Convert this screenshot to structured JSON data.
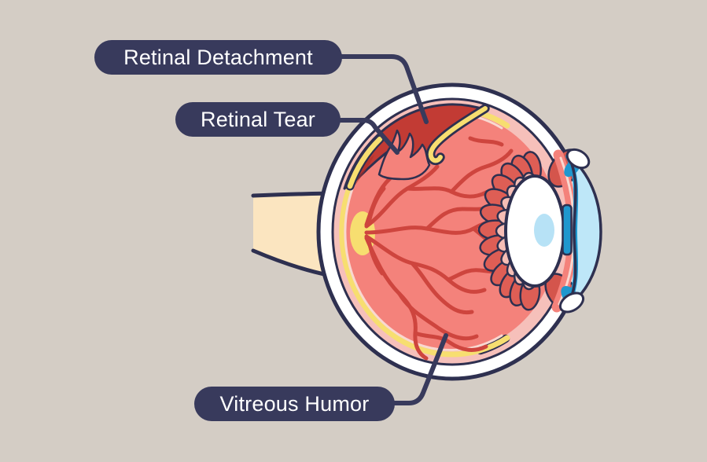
{
  "diagram": {
    "subject": "human eye cross-section showing retinal detachment",
    "callouts": [
      {
        "label": "Retinal Detachment"
      },
      {
        "label": "Retinal Tear"
      },
      {
        "label": "Vitreous Humor"
      }
    ],
    "colors": {
      "background": "#D4CDC5",
      "label_pill": "#383A5C",
      "label_text": "#FFFFFF",
      "outline": "#2E3050",
      "sclera": "#FFFFFF",
      "choroid_pink": "#F6C0BA",
      "retina_yellow": "#F7DE70",
      "retina_pale": "#F9D8D0",
      "vitreous_salmon": "#F4827B",
      "vessel_red": "#CE453E",
      "detach_red": "#C23B34",
      "detach_red_dark": "#A93028",
      "cornea_light": "#BEE7F8",
      "cornea_dark": "#1F97CE",
      "lens_white": "#FFFFFF",
      "lens_spot": "#B7E2F6",
      "ciliary_dark": "#DE5E55",
      "ciliary_pink": "#F5BDB5",
      "backing_red": "#D4554C",
      "nerve_cream": "#FBE5C0"
    }
  }
}
